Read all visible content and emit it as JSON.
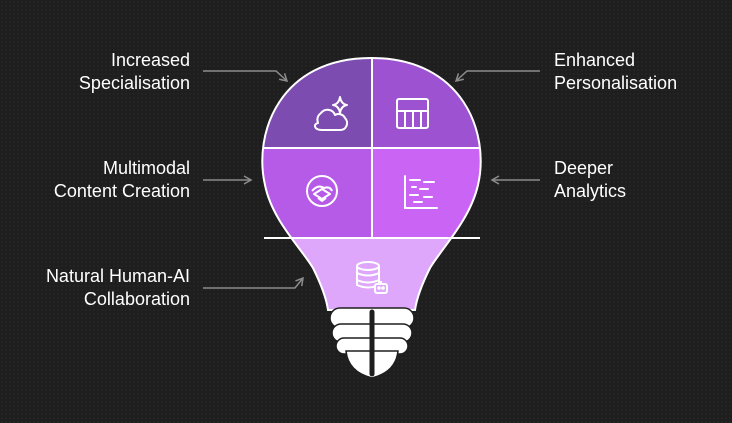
{
  "labels": {
    "specialisation": [
      "Increased",
      "Specialisation"
    ],
    "personalisation": [
      "Enhanced",
      "Personalisation"
    ],
    "multimodal": [
      "Multimodal",
      "Content Creation"
    ],
    "analytics": [
      "Deeper",
      "Analytics"
    ],
    "collaboration": [
      "Natural Human-AI",
      "Collaboration"
    ]
  },
  "colors": {
    "background": "#1e1e1e",
    "segment_top_left": "#7d4cb1",
    "segment_top_right": "#9d52d2",
    "segment_mid_left": "#b65ae8",
    "segment_mid_right": "#c964f4",
    "segment_bottom": "#dfa7fb",
    "base": "#ffffff",
    "arrow": "#8c8c8c"
  },
  "icons": {
    "specialisation": "cloud-sparkle-icon",
    "personalisation": "grid-panel-icon",
    "multimodal": "layered-shapes-icon",
    "analytics": "bar-lines-chart-icon",
    "collaboration": "database-robot-icon"
  }
}
